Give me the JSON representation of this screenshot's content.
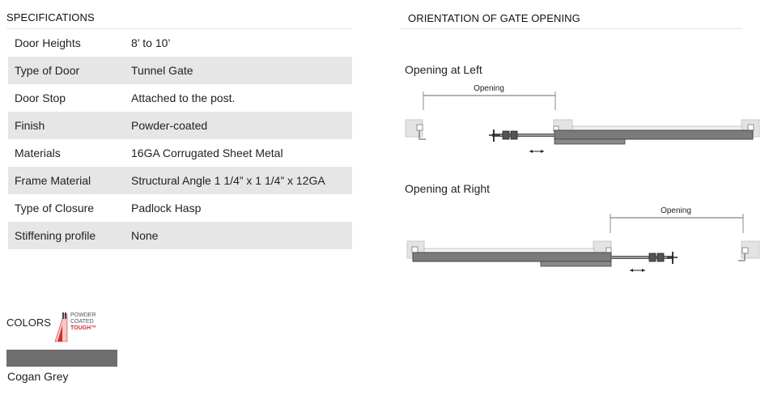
{
  "specifications": {
    "title": "SPECIFICATIONS",
    "rows": [
      {
        "label": "Door Heights",
        "value": "8’ to 10’"
      },
      {
        "label": "Type of Door",
        "value": "Tunnel Gate"
      },
      {
        "label": "Door Stop",
        "value": "Attached to the post."
      },
      {
        "label": "Finish",
        "value": "Powder-coated"
      },
      {
        "label": "Materials",
        "value": "16GA Corrugated Sheet Metal"
      },
      {
        "label": "Frame Material",
        "value": "Structural Angle 1 1/4” x 1 1/4” x 12GA"
      },
      {
        "label": "Type of Closure",
        "value": "Padlock Hasp"
      },
      {
        "label": "Stiffening profile",
        "value": "None"
      }
    ]
  },
  "orientation": {
    "title": "ORIENTATION OF GATE OPENING",
    "left": {
      "label": "Opening at Left",
      "dimension": "Opening"
    },
    "right": {
      "label": "Opening at Right",
      "dimension": "Opening"
    }
  },
  "colors": {
    "title": "COLORS",
    "logo": {
      "line1": "POWDER",
      "line2": "COATED",
      "line3": "TOUGH™"
    },
    "swatches": [
      {
        "name": "Cogan Grey",
        "hex": "#6e6e6e"
      }
    ]
  }
}
